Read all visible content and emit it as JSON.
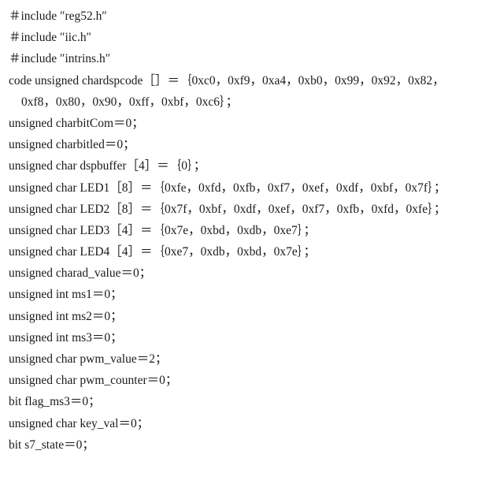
{
  "lines": [
    {
      "text": "＃include ″reg52.h″",
      "indent": false
    },
    {
      "text": "＃include ″iic.h″",
      "indent": false
    },
    {
      "text": "＃include ″intrins.h″",
      "indent": false
    },
    {
      "text": "code unsigned chardspcode［］＝｛0xc0，0xf9，0xa4，0xb0，0x99，0x92，0x82，",
      "indent": false
    },
    {
      "text": "0xf8，0x80，0x90，0xff，0xbf，0xc6｝；",
      "indent": true
    },
    {
      "text": "unsigned charbitCom＝0；",
      "indent": false
    },
    {
      "text": "unsigned charbitled＝0；",
      "indent": false
    },
    {
      "text": "unsigned char dspbuffer［4］＝｛0｝；",
      "indent": false
    },
    {
      "text": "unsigned char LED1［8］＝｛0xfe，0xfd，0xfb，0xf7，0xef，0xdf，0xbf，0x7f｝；",
      "indent": false
    },
    {
      "text": "unsigned char LED2［8］＝｛0x7f，0xbf，0xdf，0xef，0xf7，0xfb，0xfd，0xfe｝；",
      "indent": false
    },
    {
      "text": "unsigned char LED3［4］＝｛0x7e，0xbd，0xdb，0xe7｝；",
      "indent": false
    },
    {
      "text": "unsigned char LED4［4］＝｛0xe7，0xdb，0xbd，0x7e｝；",
      "indent": false
    },
    {
      "text": "unsigned charad_value＝0；",
      "indent": false
    },
    {
      "text": "unsigned int ms1＝0；",
      "indent": false
    },
    {
      "text": "unsigned int ms2＝0；",
      "indent": false
    },
    {
      "text": "unsigned int ms3＝0；",
      "indent": false
    },
    {
      "text": "unsigned char pwm_value＝2；",
      "indent": false
    },
    {
      "text": "unsigned char pwm_counter＝0；",
      "indent": false
    },
    {
      "text": "bit flag_ms3＝0；",
      "indent": false
    },
    {
      "text": "unsigned char key_val＝0；",
      "indent": false
    },
    {
      "text": "bit s7_state＝0；",
      "indent": false
    }
  ]
}
